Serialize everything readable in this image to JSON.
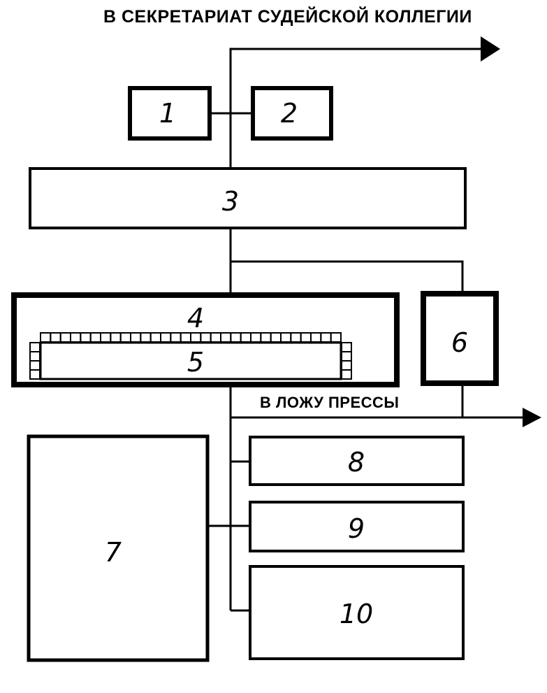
{
  "destinations": {
    "judges_secretariat": "В СЕКРЕТАРИАТ СУДЕЙСКОЙ КОЛЛЕГИИ",
    "press_box": "В ЛОЖУ ПРЕССЫ"
  },
  "blocks": [
    {
      "id": "1",
      "label": "1"
    },
    {
      "id": "2",
      "label": "2"
    },
    {
      "id": "3",
      "label": "3"
    },
    {
      "id": "4",
      "label": "4"
    },
    {
      "id": "5",
      "label": "5"
    },
    {
      "id": "6",
      "label": "6"
    },
    {
      "id": "7",
      "label": "7"
    },
    {
      "id": "8",
      "label": "8"
    },
    {
      "id": "9",
      "label": "9"
    },
    {
      "id": "10",
      "label": "10"
    }
  ]
}
